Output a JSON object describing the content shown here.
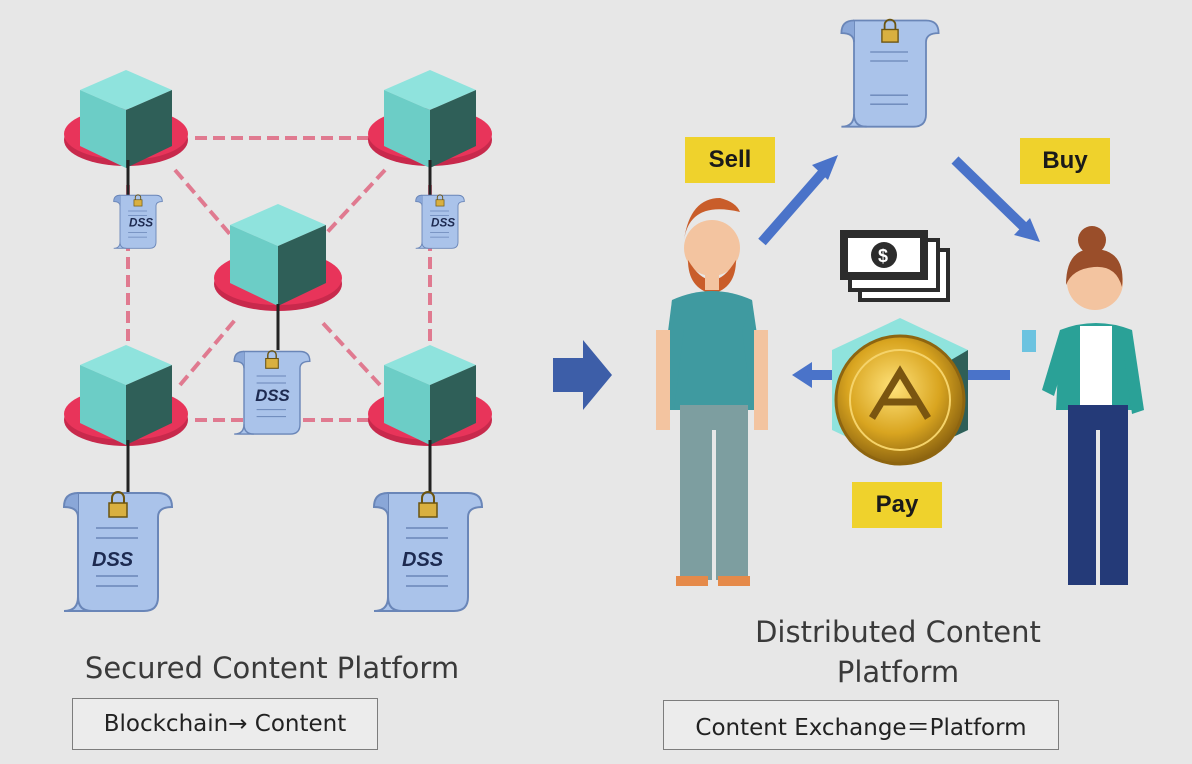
{
  "left": {
    "title": "Secured Content Platform",
    "subtitle": "Blockchain→ Content",
    "doc_label": "DSS"
  },
  "right": {
    "title_line1": "Distributed Content",
    "title_line2": "Platform",
    "subtitle": "Content Exchange＝Platform",
    "sell_label": "Sell",
    "buy_label": "Buy",
    "pay_label": "Pay"
  },
  "colors": {
    "cube_top": "#8fe3dd",
    "cube_side": "#2f5f58",
    "disc": "#e8345a",
    "chain": "#e07a90",
    "arrow": "#4a73c9",
    "tag": "#efd22c",
    "scroll": "#a9c0e8"
  },
  "icons": {
    "docs": "dss-scroll-icon",
    "money": "money-bills-icon",
    "coin": "gold-coin-icon",
    "seller": "seller-person",
    "buyer": "buyer-person",
    "transition": "right-arrow-icon"
  }
}
